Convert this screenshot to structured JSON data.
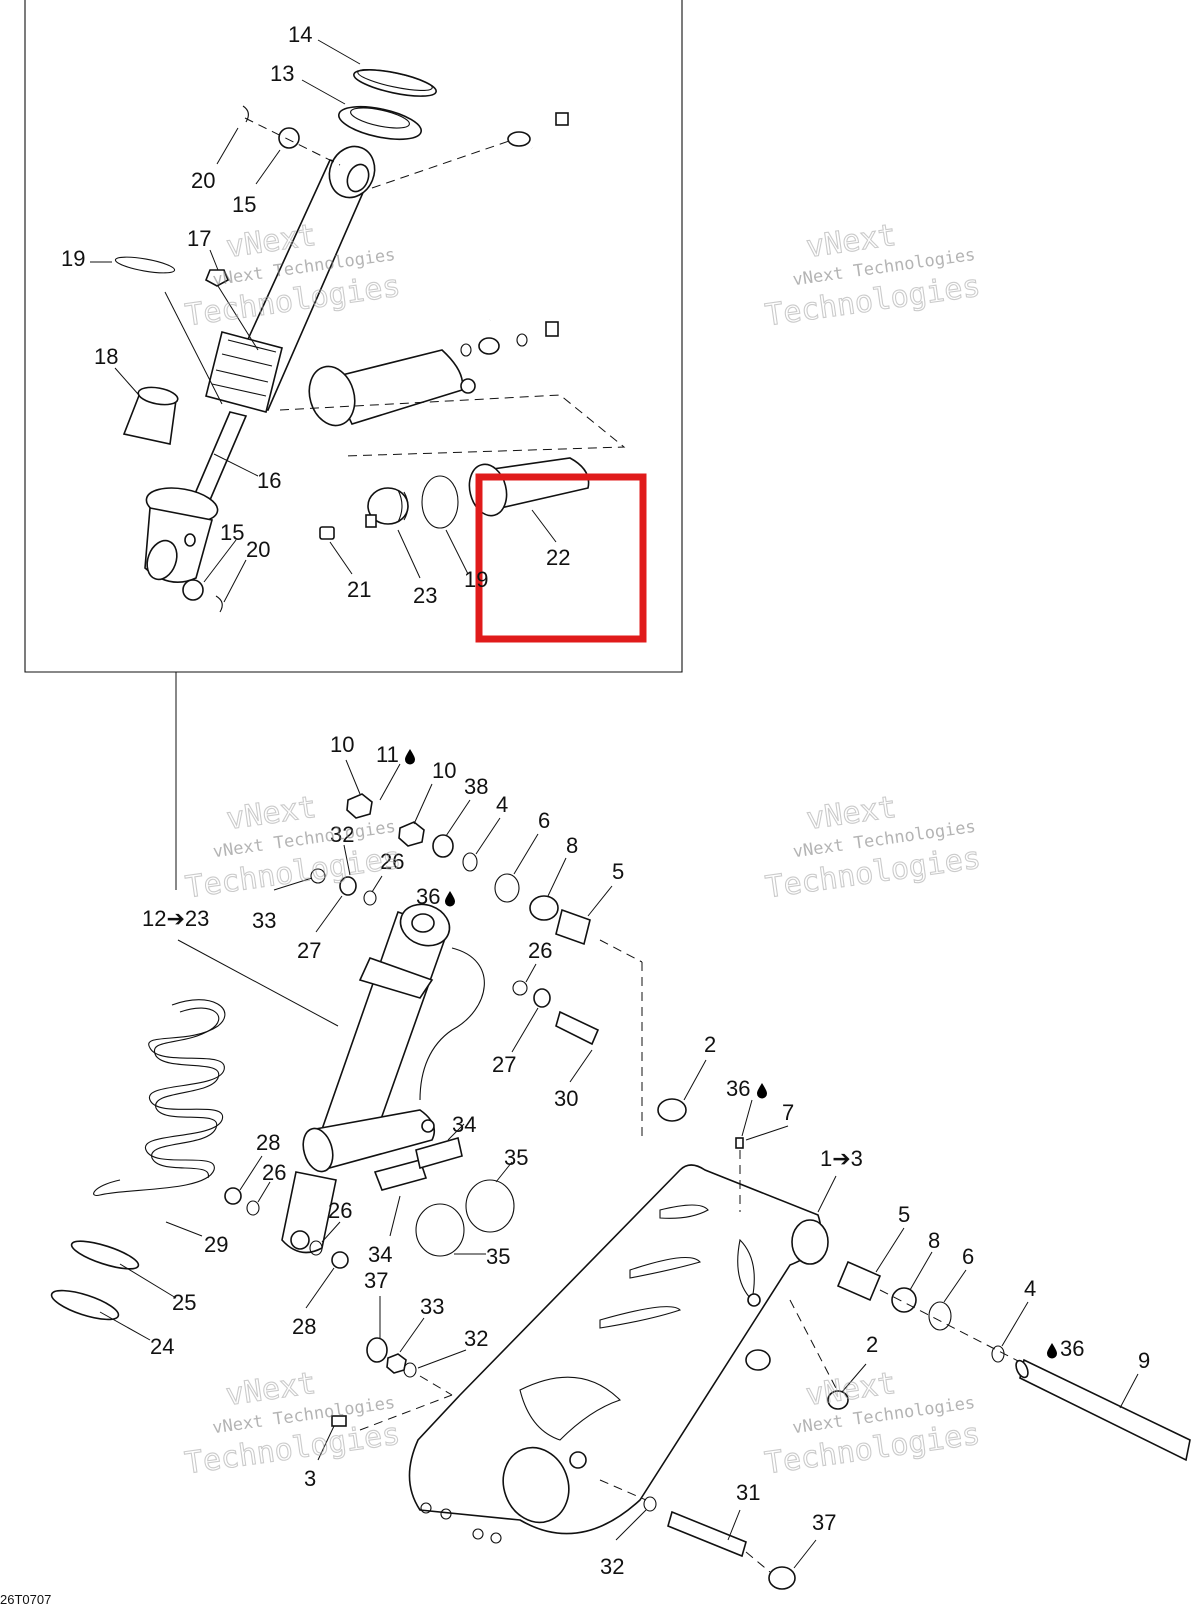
{
  "diagram_code": "26T0707",
  "highlight_color": "#e01b1b",
  "watermark": {
    "line1": "vNext Technologies",
    "line2": "vNext",
    "line3": "Technologies"
  },
  "callouts": {
    "c14": "14",
    "c13": "13",
    "c20a": "20",
    "c15a": "15",
    "c17": "17",
    "c19": "19",
    "c18": "18",
    "c16": "16",
    "c15b": "15",
    "c20b": "20",
    "c21": "21",
    "c23": "23",
    "c19b": "19",
    "c22": "22",
    "c10a": "10",
    "c11": "11",
    "c10b": "10",
    "c38": "38",
    "c4a": "4",
    "c6a": "6",
    "c8a": "8",
    "c5a": "5",
    "c32a": "32",
    "c26a": "26",
    "c36a": "36",
    "c33a": "33",
    "c27a": "27",
    "c12": "12➔23",
    "c26b": "26",
    "c27b": "27",
    "c30": "30",
    "c2a": "2",
    "c36b": "36",
    "c7": "7",
    "c1": "1➔3",
    "c34a": "34",
    "c35a": "35",
    "c28a": "28",
    "c26c": "26",
    "c26d": "26",
    "c34b": "34",
    "c35b": "35",
    "c29": "29",
    "c25": "25",
    "c24": "24",
    "c28b": "28",
    "c37a": "37",
    "c33b": "33",
    "c32b": "32",
    "c5b": "5",
    "c8b": "8",
    "c6b": "6",
    "c4b": "4",
    "c36c": "36",
    "c9": "9",
    "c2b": "2",
    "c3": "3",
    "c31": "31",
    "c37b": "37",
    "c32c": "32"
  }
}
